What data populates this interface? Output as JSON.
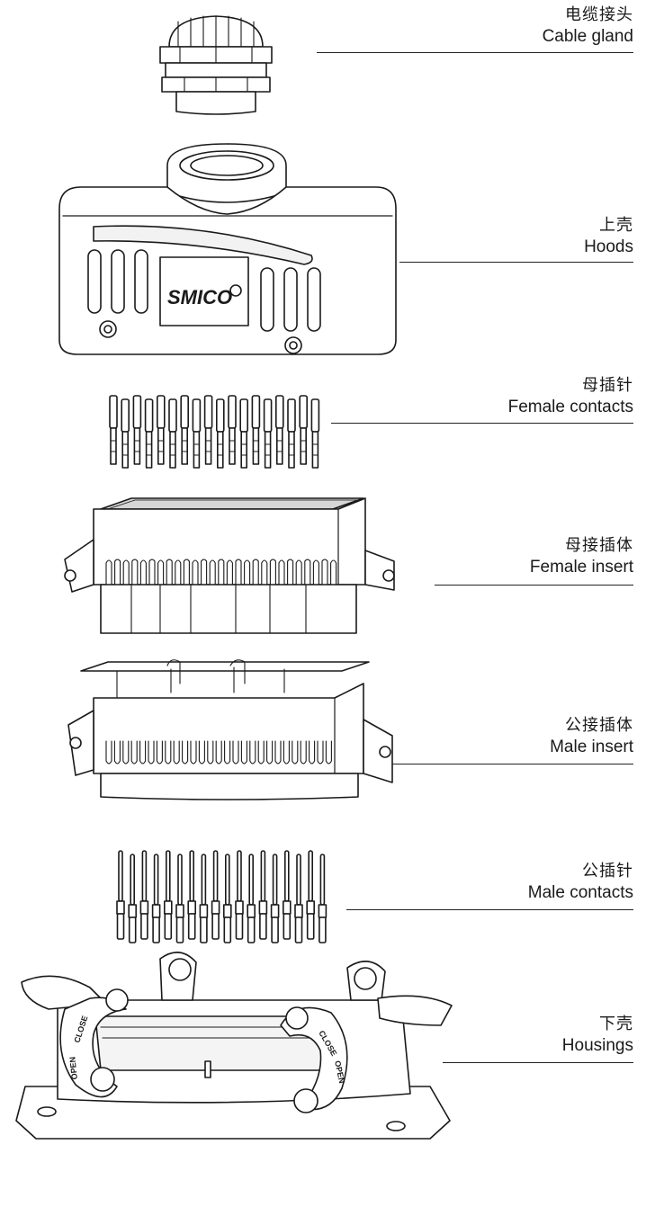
{
  "components": [
    {
      "id": "cable-gland",
      "zh": "电缆接头",
      "en": "Cable gland"
    },
    {
      "id": "hoods",
      "zh": "上壳",
      "en": "Hoods"
    },
    {
      "id": "female-contacts",
      "zh": "母插针",
      "en": "Female contacts"
    },
    {
      "id": "female-insert",
      "zh": "母接插体",
      "en": "Female insert"
    },
    {
      "id": "male-insert",
      "zh": "公接插体",
      "en": "Male insert"
    },
    {
      "id": "male-contacts",
      "zh": "公插针",
      "en": "Male contacts"
    },
    {
      "id": "housings",
      "zh": "下壳",
      "en": "Housings"
    }
  ],
  "hood_brand": {
    "text": "SMICO",
    "mark": "®"
  },
  "lever_text": {
    "close": "CLOSE",
    "open": "OPEN"
  },
  "colors": {
    "line": "#1a1a1a",
    "fill": "#ffffff",
    "shade": "#e9e9e9"
  }
}
